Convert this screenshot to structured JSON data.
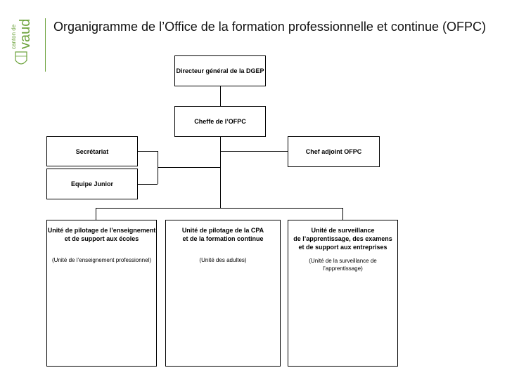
{
  "logo": {
    "line1": "canton de",
    "line2": "vaud",
    "brand_color": "#6da33d"
  },
  "title": "Organigramme de l’Office de la formation professionnelle et continue (OFPC)",
  "org": {
    "director": "Directeur général de la DGEP",
    "head": "Cheffe de l’OFPC",
    "secretariat": "Secrétariat",
    "junior": "Equipe Junior",
    "deputy": "Chef adjoint  OFPC",
    "units": [
      {
        "title": "Unité de pilotage de l’enseignement\net  de  support  aux écoles",
        "subtitle": "(Unité de l’enseignement professionnel)"
      },
      {
        "title": "Unité de pilotage de la CPA\net de la formation continue",
        "subtitle": "(Unité des adultes)"
      },
      {
        "title": "Unité de surveillance\nde l’apprentissage, des examens\net de support  aux entreprises",
        "subtitle": "(Unité de la surveillance de\nl’apprentissage)"
      }
    ]
  }
}
